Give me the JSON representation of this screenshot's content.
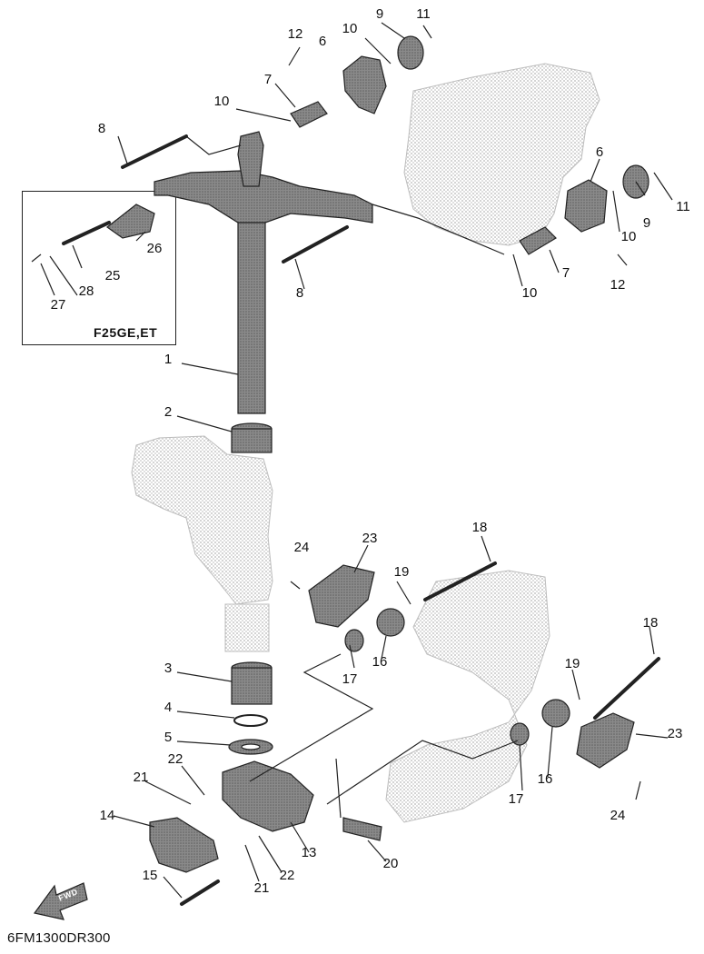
{
  "diagram": {
    "callouts": [
      "1",
      "2",
      "3",
      "4",
      "5",
      "6",
      "6",
      "7",
      "7",
      "8",
      "8",
      "9",
      "9",
      "10",
      "10",
      "10",
      "10",
      "11",
      "11",
      "12",
      "12",
      "13",
      "14",
      "15",
      "16",
      "16",
      "17",
      "17",
      "18",
      "18",
      "19",
      "19",
      "20",
      "21",
      "21",
      "22",
      "22",
      "23",
      "23",
      "24",
      "24",
      "25",
      "26",
      "27",
      "28"
    ],
    "inset_label": "F25GE,ET",
    "figure_code": "6FM1300DR300",
    "front_arrow_text": "FWD"
  },
  "colors": {
    "line": "#222222",
    "part_fill": "#9a9a9a",
    "ghost_fill": "#d7d7d7",
    "background": "#ffffff"
  }
}
